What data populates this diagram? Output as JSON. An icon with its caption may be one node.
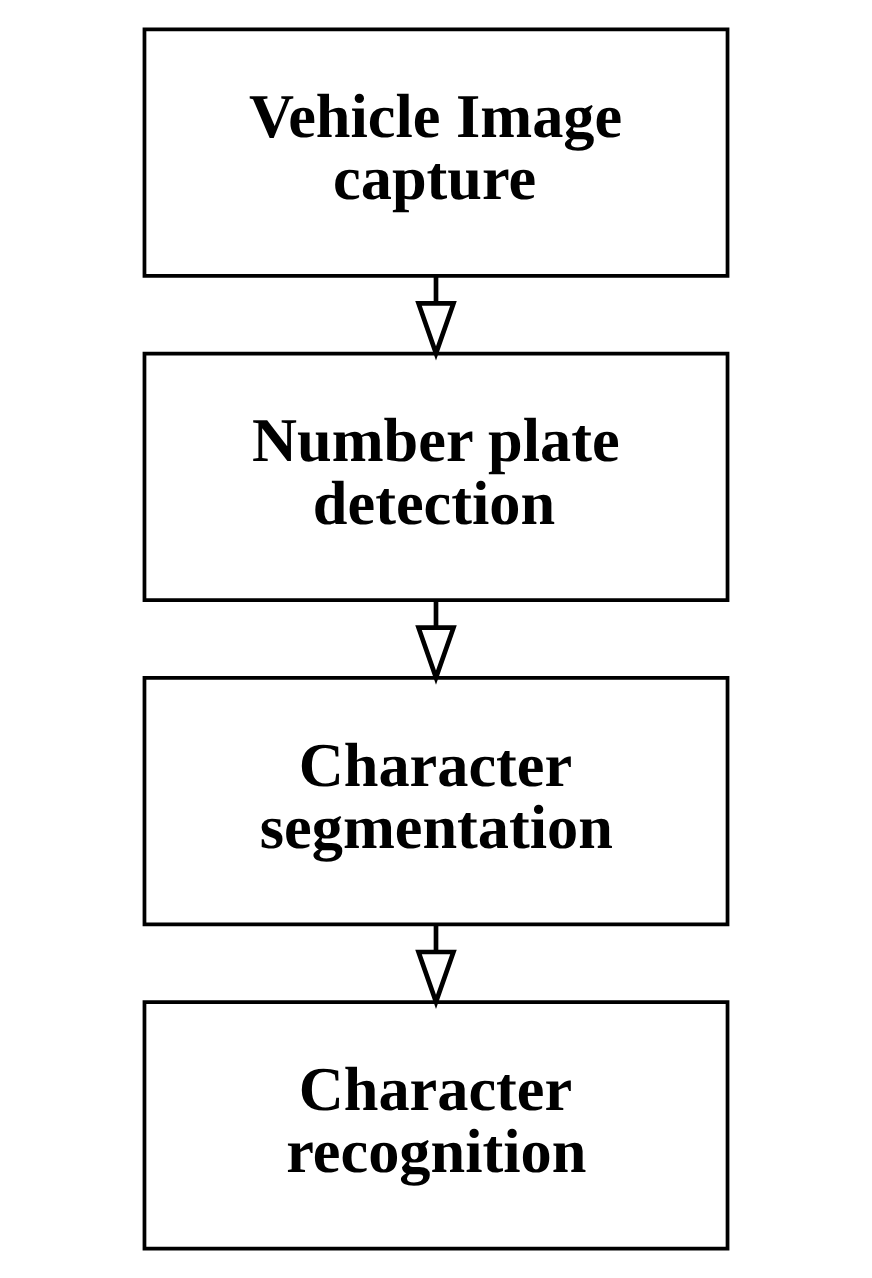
{
  "diagram": {
    "nodes": [
      {
        "text": [
          "Vehicle Image capture"
        ]
      },
      {
        "text": [
          "Number plate detection"
        ]
      },
      {
        "text": [
          "Character segmentation"
        ]
      },
      {
        "text": [
          "Character recognition"
        ]
      }
    ],
    "edges": [
      {
        "from": 0,
        "to": 1,
        "arrow": "to"
      },
      {
        "from": 1,
        "to": 2,
        "arrow": "to"
      },
      {
        "from": 2,
        "to": 3,
        "arrow": "to"
      }
    ]
  }
}
